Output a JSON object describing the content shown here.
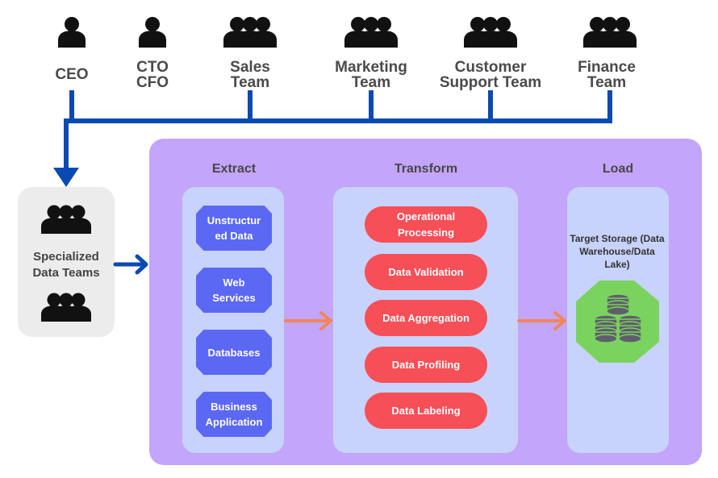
{
  "roles": [
    {
      "id": "ceo",
      "label": "CEO"
    },
    {
      "id": "cto-cfo",
      "label": "CTO\nCFO"
    },
    {
      "id": "sales",
      "label": "Sales\nTeam"
    },
    {
      "id": "marketing",
      "label": "Marketing\nTeam"
    },
    {
      "id": "support",
      "label": "Customer\nSupport Team"
    },
    {
      "id": "finance",
      "label": "Finance\nTeam"
    }
  ],
  "specialized": {
    "label": "Specialized\nData Teams"
  },
  "pipeline": {
    "extract": {
      "title": "Extract",
      "sources": [
        "Unstructur\ned Data",
        "Web\nServices",
        "Databases",
        "Business\nApplication"
      ]
    },
    "transform": {
      "title": "Transform",
      "steps": [
        "Operational\nProcessing",
        "Data Validation",
        "Data Aggregation",
        "Data Profiling",
        "Data Labeling"
      ]
    },
    "load": {
      "title": "Load",
      "target": "Target Storage (Data\nWarehouse/Data\nLake)"
    }
  },
  "colors": {
    "connector": "#0b4ab3",
    "panel": "#c3a5fb",
    "column": "#c8d3fb",
    "source": "#5b68f4",
    "step": "#f74f57",
    "flow_arrow": "#f0865a",
    "storage": "#7bd35f",
    "person": "#111111"
  },
  "icons": [
    "person-icon",
    "group-icon",
    "database-icon"
  ]
}
